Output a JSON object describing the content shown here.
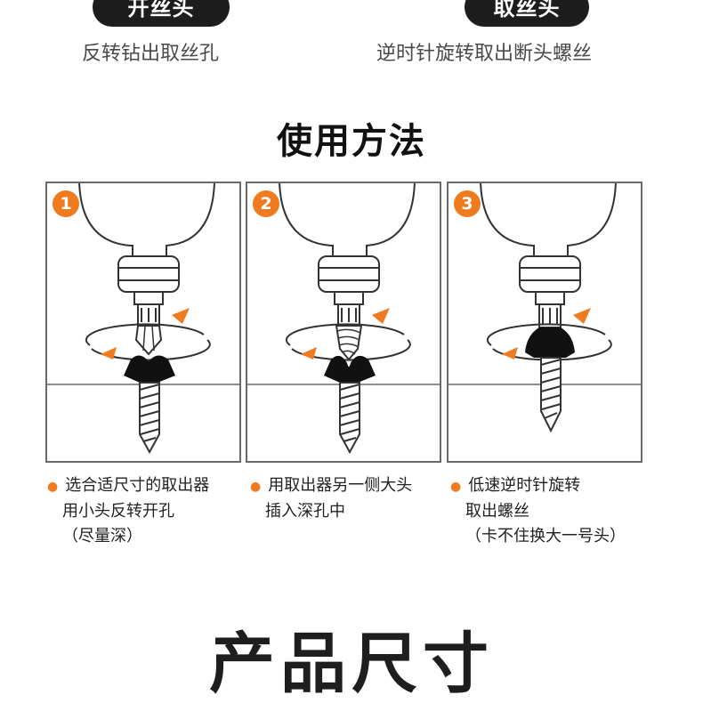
{
  "top": {
    "left_pill": "开丝头",
    "right_pill": "取丝头",
    "left_caption": "反转钻出取丝孔",
    "right_caption": "逆时针旋转取出断头螺丝"
  },
  "usage_title": "使用方法",
  "steps": [
    {
      "number": "1",
      "lines": [
        "选合适尺寸的取出器",
        "用小头反转开孔",
        "（尽量深）"
      ]
    },
    {
      "number": "2",
      "lines": [
        "用取出器另一侧大头",
        "插入深孔中"
      ]
    },
    {
      "number": "3",
      "lines": [
        "低速逆时针旋转",
        "取出螺丝",
        "（卡不住换大一号头）"
      ]
    }
  ],
  "size_title": "产品尺寸",
  "colors": {
    "accent": "#f07a1e",
    "dark": "#1d1d1d",
    "frame": "#6a6a6a"
  }
}
